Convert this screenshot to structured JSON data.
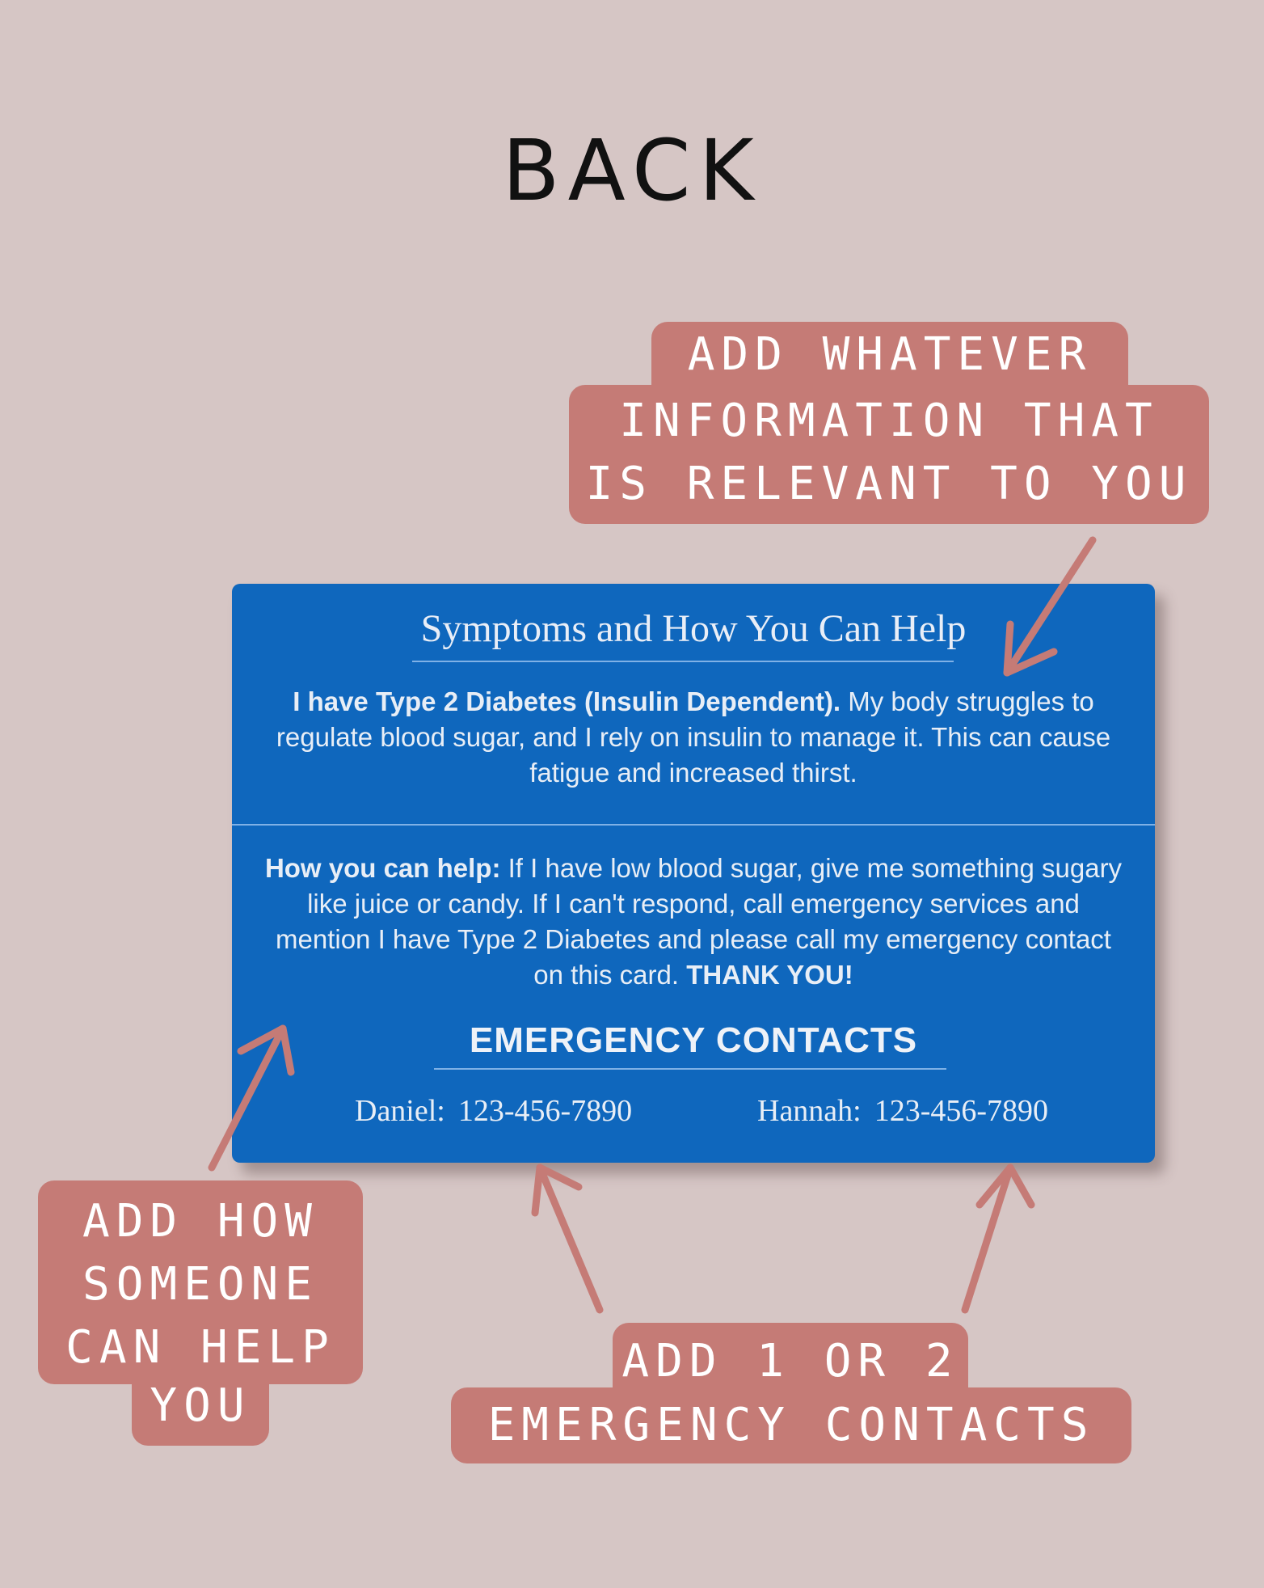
{
  "page": {
    "title": "BACK"
  },
  "card": {
    "title": "Symptoms and How You Can Help",
    "condition_bold": "I have Type 2 Diabetes (Insulin Dependent).",
    "condition_text": " My body struggles to regulate blood sugar, and I rely on insulin to manage it. This can cause fatigue and increased thirst.",
    "help_bold": "How you can help:",
    "help_text": " If I have low blood sugar, give me something sugary like juice or candy. If I can't respond, call emergency services and mention I have Type 2 Diabetes and please call my emergency contact on this card.",
    "help_thanks": "THANK YOU!",
    "contacts_title": "EMERGENCY CONTACTS",
    "contacts": [
      {
        "name": "Daniel:",
        "phone": "123-456-7890"
      },
      {
        "name": "Hannah:",
        "phone": "123-456-7890"
      }
    ]
  },
  "callouts": {
    "info": [
      "ADD WHATEVER",
      "INFORMATION THAT",
      "IS RELEVANT TO YOU"
    ],
    "help": [
      "ADD HOW",
      "SOMEONE",
      "CAN HELP",
      "YOU"
    ],
    "contacts": [
      "ADD 1 OR 2",
      "EMERGENCY CONTACTS"
    ]
  },
  "colors": {
    "background": "#d6c6c5",
    "card": "#0f67bd",
    "callout": "#c57b76"
  }
}
